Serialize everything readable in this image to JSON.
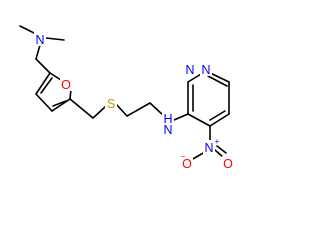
{
  "molecule": {
    "atoms": [
      {
        "id": "N_amine",
        "label": "N"
      },
      {
        "id": "O_furan",
        "label": "O"
      },
      {
        "id": "S",
        "label": "S"
      },
      {
        "id": "N_H",
        "label": "H"
      },
      {
        "id": "N_nh",
        "label": "N"
      },
      {
        "id": "N_pyr1",
        "label": "N"
      },
      {
        "id": "N_pyr2",
        "label": "N"
      },
      {
        "id": "N_nitro",
        "label": "N"
      },
      {
        "id": "N_nitro_charge",
        "label": "+"
      },
      {
        "id": "O_nitro_bottom",
        "label": "O"
      },
      {
        "id": "O_nitro_bottom_charge",
        "label": "−"
      },
      {
        "id": "O_nitro_right",
        "label": "O"
      }
    ],
    "colors": {
      "N": "#0000ff",
      "O": "#ff0000",
      "S": "#b8a000",
      "bond": "#000000"
    }
  }
}
